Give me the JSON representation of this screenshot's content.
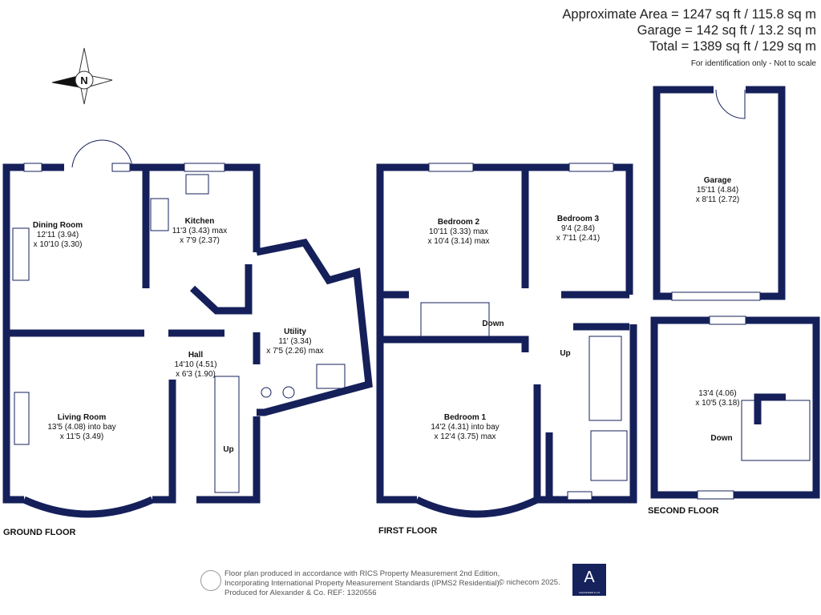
{
  "summary": {
    "approximate_area": "Approximate Area = 1247 sq ft / 115.8 sq m",
    "garage": "Garage = 142 sq ft / 13.2 sq m",
    "total": "Total = 1389 sq ft / 129 sq m",
    "disclaimer": "For identification only - Not to scale"
  },
  "compass": {
    "label": "N",
    "icon": "compass-north-icon"
  },
  "ground_floor": {
    "label": "GROUND FLOOR",
    "rooms": [
      {
        "name": "Dining Room",
        "dim1": "12'11 (3.94)",
        "dim2": "x 10'10 (3.30)"
      },
      {
        "name": "Kitchen",
        "dim1": "11'3 (3.43) max",
        "dim2": "x 7'9 (2.37)"
      },
      {
        "name": "Hall",
        "dim1": "14'10 (4.51)",
        "dim2": "x 6'3 (1.90)"
      },
      {
        "name": "Utility",
        "dim1": "11' (3.34)",
        "dim2": "x 7'5 (2.26) max"
      },
      {
        "name": "Living Room",
        "dim1": "13'5 (4.08) into bay",
        "dim2": "x 11'5 (3.49)"
      }
    ],
    "stairs": "Up"
  },
  "first_floor": {
    "label": "FIRST FLOOR",
    "rooms": [
      {
        "name": "Bedroom 2",
        "dim1": "10'11 (3.33) max",
        "dim2": "x 10'4 (3.14) max"
      },
      {
        "name": "Bedroom 3",
        "dim1": "9'4 (2.84)",
        "dim2": "x 7'11 (2.41)"
      },
      {
        "name": "Bedroom 1",
        "dim1": "14'2 (4.31) into bay",
        "dim2": "x 12'4 (3.75) max"
      }
    ],
    "stairs_down": "Down",
    "stairs_up": "Up"
  },
  "garage": {
    "name": "Garage",
    "dim1": "15'11 (4.84)",
    "dim2": "x 8'11 (2.72)"
  },
  "second_floor": {
    "label": "SECOND FLOOR",
    "room": {
      "dim1": "13'4 (4.06)",
      "dim2": "x 10'5 (3.18)"
    },
    "stairs": "Down"
  },
  "footer": {
    "line1": "Floor plan produced in accordance with RICS Property Measurement 2nd Edition,",
    "line2": "Incorporating International Property Measurement Standards (IPMS2 Residential).",
    "line3": "Produced for Alexander & Co.   REF:  1320556",
    "copyright": "© nichecom 2025.",
    "logo_text": "ALEXANDER & CO"
  },
  "colors": {
    "walls": "#15205a",
    "logo_bg": "#16225c"
  }
}
